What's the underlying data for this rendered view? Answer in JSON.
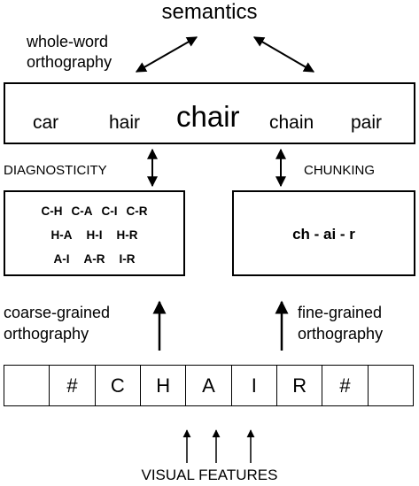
{
  "semantics": "semantics",
  "whole_word": {
    "line1": "whole-word",
    "line2": "orthography"
  },
  "words": [
    "car",
    "hair",
    "chair",
    "chain",
    "pair"
  ],
  "diagnosticity": "DIAGNOSTICITY",
  "chunking": "CHUNKING",
  "bigrams": [
    [
      "C-H",
      "C-A",
      "C-I",
      "C-R"
    ],
    [
      "H-A",
      "H-I",
      "H-R"
    ],
    [
      "A-I",
      "A-R",
      "I-R"
    ]
  ],
  "chunks": "ch - ai - r",
  "coarse": {
    "line1": "coarse-grained",
    "line2": "orthography"
  },
  "fine": {
    "line1": "fine-grained",
    "line2": "orthography"
  },
  "letter_slots": [
    "",
    "#",
    "C",
    "H",
    "A",
    "I",
    "R",
    "#",
    ""
  ],
  "visual_features": "VISUAL FEATURES"
}
